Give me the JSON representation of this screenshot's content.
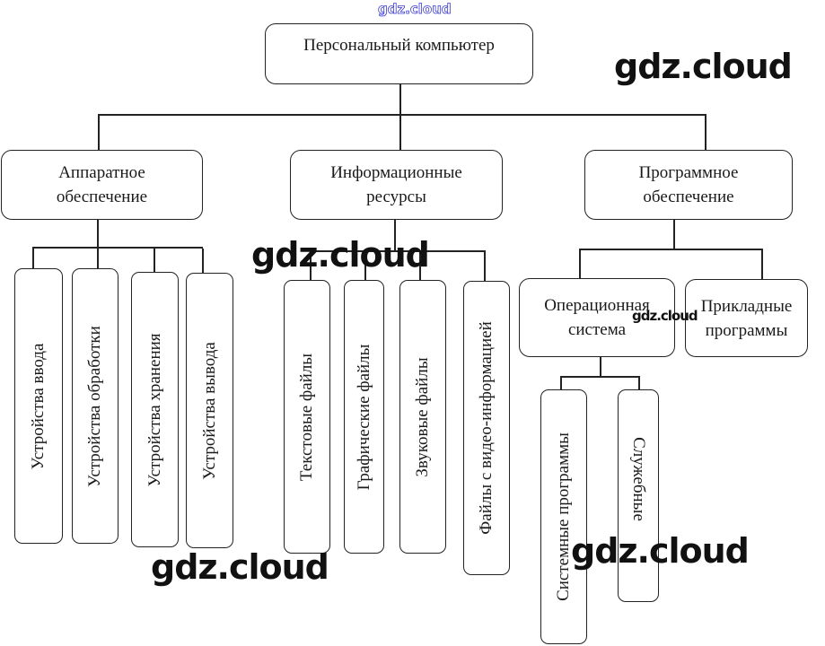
{
  "watermark": "gdz.cloud",
  "root": {
    "label": "Персональный компьютер"
  },
  "branches": [
    {
      "label": "Аппаратное\nобеспечение",
      "children": [
        "Устройства ввода",
        "Устройства обработки",
        "Устройства хранения",
        "Устройства вывода"
      ]
    },
    {
      "label": "Информационные\nресурсы",
      "children": [
        "Текстовые файлы",
        "Графические файлы",
        "Звуковые файлы",
        "Файлы с видео-информацией"
      ]
    },
    {
      "label": "Программное\nобеспечение",
      "children": [
        {
          "label": "Операционная\nсистема",
          "children": [
            "Системные программы",
            "Служебные"
          ]
        },
        {
          "label": "Прикладные\nпрограммы"
        }
      ]
    }
  ]
}
